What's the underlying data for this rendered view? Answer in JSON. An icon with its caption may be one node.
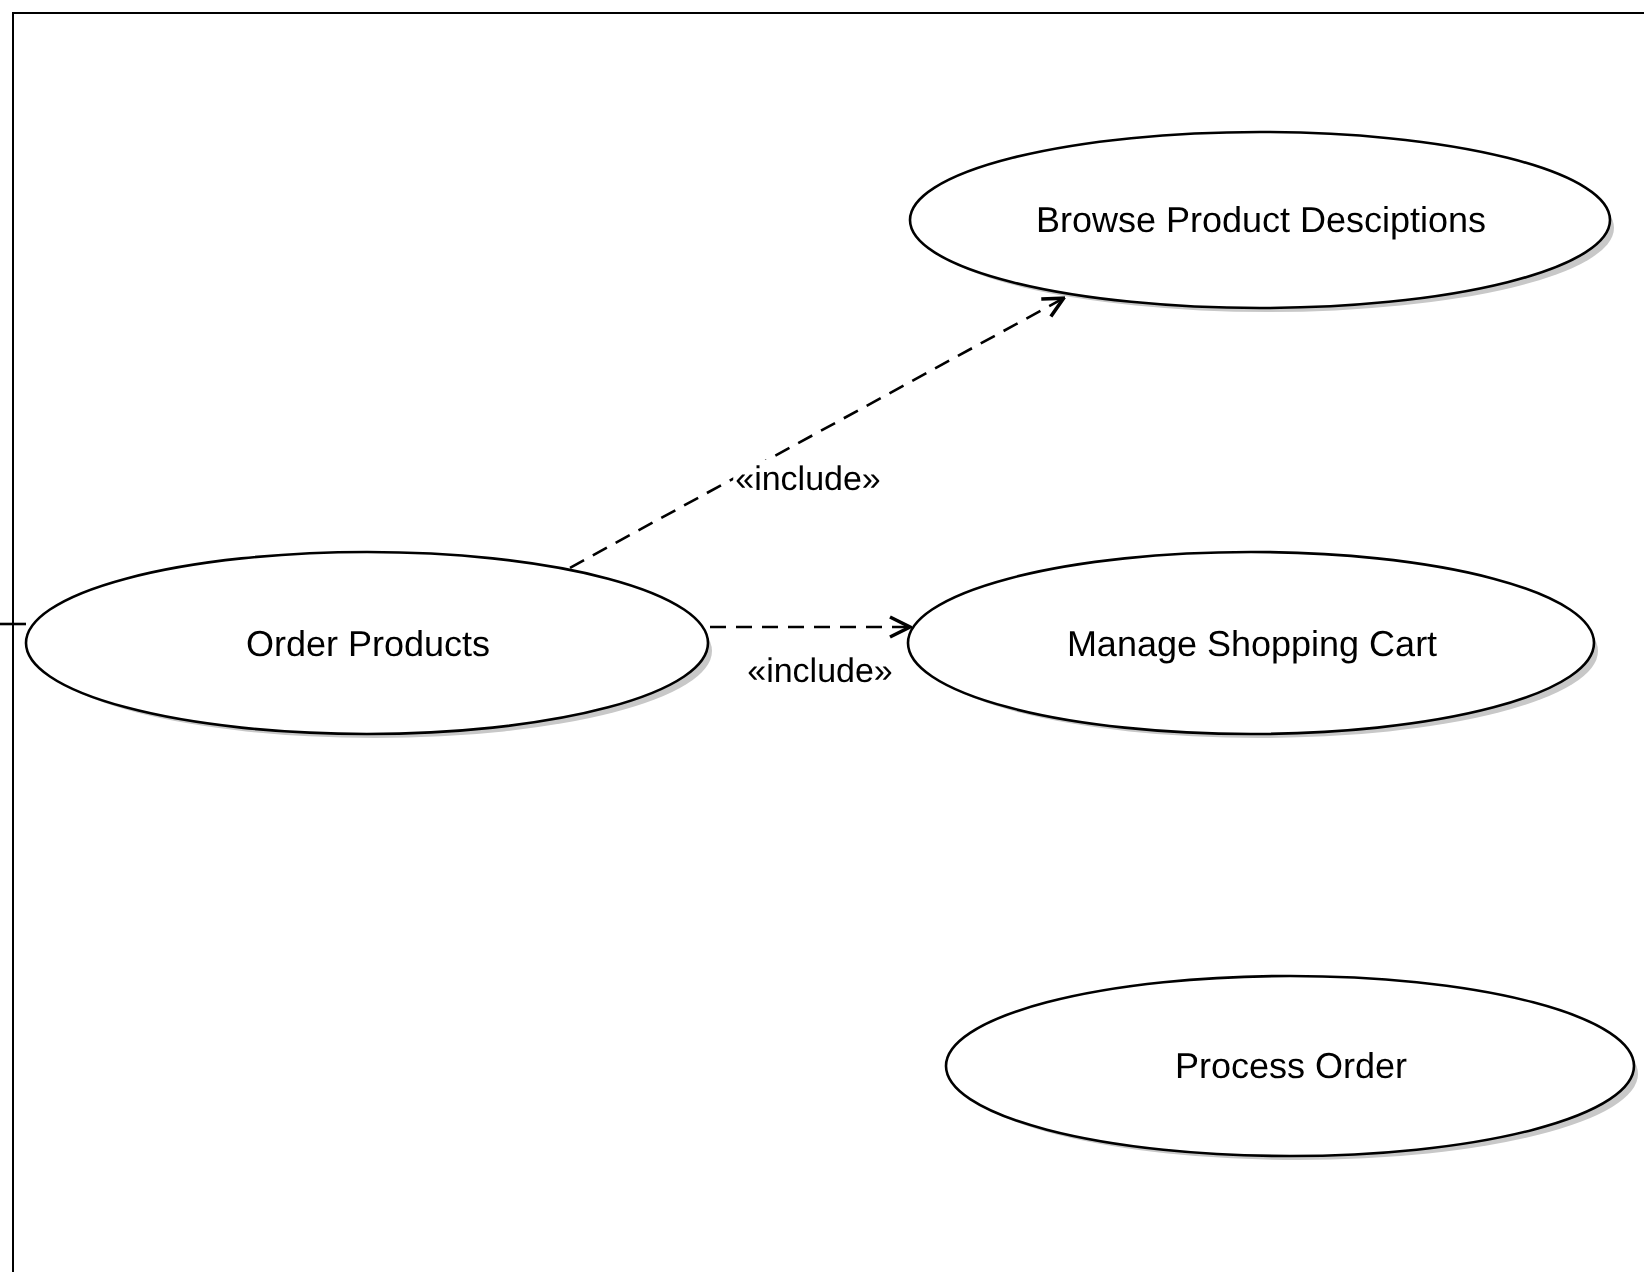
{
  "diagram": {
    "nodes": [
      {
        "text": [],
        "shape": "box"
      },
      {
        "text": [
          "Browse Product Desciptions"
        ],
        "in": 0
      },
      {
        "text": [
          "Order Products"
        ],
        "in": 0
      },
      {
        "text": [
          "Manage Shopping Cart"
        ],
        "in": 0
      },
      {
        "text": [
          "Process Order"
        ],
        "in": 0
      }
    ],
    "edges": [
      {
        "from": 2,
        "to": 1,
        "arrow": "to",
        "style": "dashed",
        "label": "«include»"
      },
      {
        "from": 2,
        "to": 3,
        "arrow": "to",
        "style": "dashed",
        "label": "«include»"
      },
      {
        "from": null,
        "to": 2,
        "arrow": "none"
      }
    ]
  }
}
